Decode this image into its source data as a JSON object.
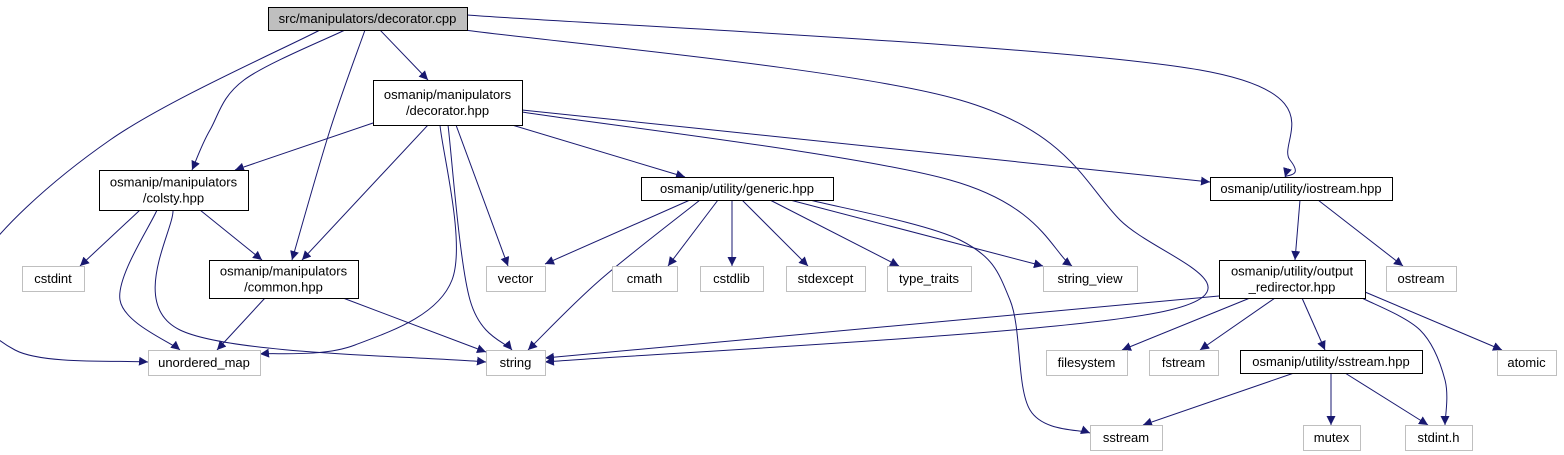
{
  "colors": {
    "edge": "#191970",
    "root_fill": "#bfbfbf",
    "root_stroke": "#000000",
    "internal_stroke": "#000000",
    "external_stroke": "#bfbfbf",
    "text": "#000000"
  },
  "nodes": [
    {
      "id": "decorator_cpp",
      "kind": "root",
      "lines": [
        "src/manipulators/decorator.cpp"
      ]
    },
    {
      "id": "decorator_hpp",
      "kind": "internal",
      "lines": [
        "osmanip/manipulators",
        "/decorator.hpp"
      ]
    },
    {
      "id": "colsty_hpp",
      "kind": "internal",
      "lines": [
        "osmanip/manipulators",
        "/colsty.hpp"
      ]
    },
    {
      "id": "common_hpp",
      "kind": "internal",
      "lines": [
        "osmanip/manipulators",
        "/common.hpp"
      ]
    },
    {
      "id": "generic_hpp",
      "kind": "internal",
      "lines": [
        "osmanip/utility/generic.hpp"
      ]
    },
    {
      "id": "iostream_hpp",
      "kind": "internal",
      "lines": [
        "osmanip/utility/iostream.hpp"
      ]
    },
    {
      "id": "output_redirector_hpp",
      "kind": "internal",
      "lines": [
        "osmanip/utility/output",
        "_redirector.hpp"
      ]
    },
    {
      "id": "sstream_hpp",
      "kind": "internal",
      "lines": [
        "osmanip/utility/sstream.hpp"
      ]
    },
    {
      "id": "cstdint",
      "kind": "external",
      "lines": [
        "cstdint"
      ]
    },
    {
      "id": "unordered_map",
      "kind": "external",
      "lines": [
        "unordered_map"
      ]
    },
    {
      "id": "string",
      "kind": "external",
      "lines": [
        "string"
      ]
    },
    {
      "id": "vector",
      "kind": "external",
      "lines": [
        "vector"
      ]
    },
    {
      "id": "cmath",
      "kind": "external",
      "lines": [
        "cmath"
      ]
    },
    {
      "id": "cstdlib",
      "kind": "external",
      "lines": [
        "cstdlib"
      ]
    },
    {
      "id": "stdexcept",
      "kind": "external",
      "lines": [
        "stdexcept"
      ]
    },
    {
      "id": "type_traits",
      "kind": "external",
      "lines": [
        "type_traits"
      ]
    },
    {
      "id": "string_view",
      "kind": "external",
      "lines": [
        "string_view"
      ]
    },
    {
      "id": "ostream",
      "kind": "external",
      "lines": [
        "ostream"
      ]
    },
    {
      "id": "filesystem",
      "kind": "external",
      "lines": [
        "filesystem"
      ]
    },
    {
      "id": "fstream",
      "kind": "external",
      "lines": [
        "fstream"
      ]
    },
    {
      "id": "atomic",
      "kind": "external",
      "lines": [
        "atomic"
      ]
    },
    {
      "id": "sstream",
      "kind": "external",
      "lines": [
        "sstream"
      ]
    },
    {
      "id": "mutex",
      "kind": "external",
      "lines": [
        "mutex"
      ]
    },
    {
      "id": "stdint_h",
      "kind": "external",
      "lines": [
        "stdint.h"
      ]
    }
  ],
  "edges": [
    {
      "from": "decorator_cpp",
      "to": "decorator_hpp"
    },
    {
      "from": "decorator_cpp",
      "to": "colsty_hpp"
    },
    {
      "from": "decorator_cpp",
      "to": "common_hpp"
    },
    {
      "from": "decorator_cpp",
      "to": "unordered_map"
    },
    {
      "from": "decorator_cpp",
      "to": "string"
    },
    {
      "from": "decorator_cpp",
      "to": "iostream_hpp"
    },
    {
      "from": "decorator_hpp",
      "to": "colsty_hpp"
    },
    {
      "from": "decorator_hpp",
      "to": "common_hpp"
    },
    {
      "from": "decorator_hpp",
      "to": "unordered_map"
    },
    {
      "from": "decorator_hpp",
      "to": "string"
    },
    {
      "from": "decorator_hpp",
      "to": "vector"
    },
    {
      "from": "decorator_hpp",
      "to": "generic_hpp"
    },
    {
      "from": "decorator_hpp",
      "to": "string_view"
    },
    {
      "from": "decorator_hpp",
      "to": "iostream_hpp"
    },
    {
      "from": "colsty_hpp",
      "to": "cstdint"
    },
    {
      "from": "colsty_hpp",
      "to": "unordered_map"
    },
    {
      "from": "colsty_hpp",
      "to": "string"
    },
    {
      "from": "colsty_hpp",
      "to": "common_hpp"
    },
    {
      "from": "common_hpp",
      "to": "unordered_map"
    },
    {
      "from": "common_hpp",
      "to": "string"
    },
    {
      "from": "generic_hpp",
      "to": "string"
    },
    {
      "from": "generic_hpp",
      "to": "vector"
    },
    {
      "from": "generic_hpp",
      "to": "cmath"
    },
    {
      "from": "generic_hpp",
      "to": "cstdlib"
    },
    {
      "from": "generic_hpp",
      "to": "stdexcept"
    },
    {
      "from": "generic_hpp",
      "to": "type_traits"
    },
    {
      "from": "generic_hpp",
      "to": "string_view"
    },
    {
      "from": "generic_hpp",
      "to": "sstream"
    },
    {
      "from": "iostream_hpp",
      "to": "output_redirector_hpp"
    },
    {
      "from": "iostream_hpp",
      "to": "ostream"
    },
    {
      "from": "output_redirector_hpp",
      "to": "string"
    },
    {
      "from": "output_redirector_hpp",
      "to": "filesystem"
    },
    {
      "from": "output_redirector_hpp",
      "to": "fstream"
    },
    {
      "from": "output_redirector_hpp",
      "to": "sstream_hpp"
    },
    {
      "from": "output_redirector_hpp",
      "to": "atomic"
    },
    {
      "from": "output_redirector_hpp",
      "to": "stdint_h"
    },
    {
      "from": "sstream_hpp",
      "to": "sstream"
    },
    {
      "from": "sstream_hpp",
      "to": "mutex"
    },
    {
      "from": "sstream_hpp",
      "to": "stdint_h"
    }
  ]
}
